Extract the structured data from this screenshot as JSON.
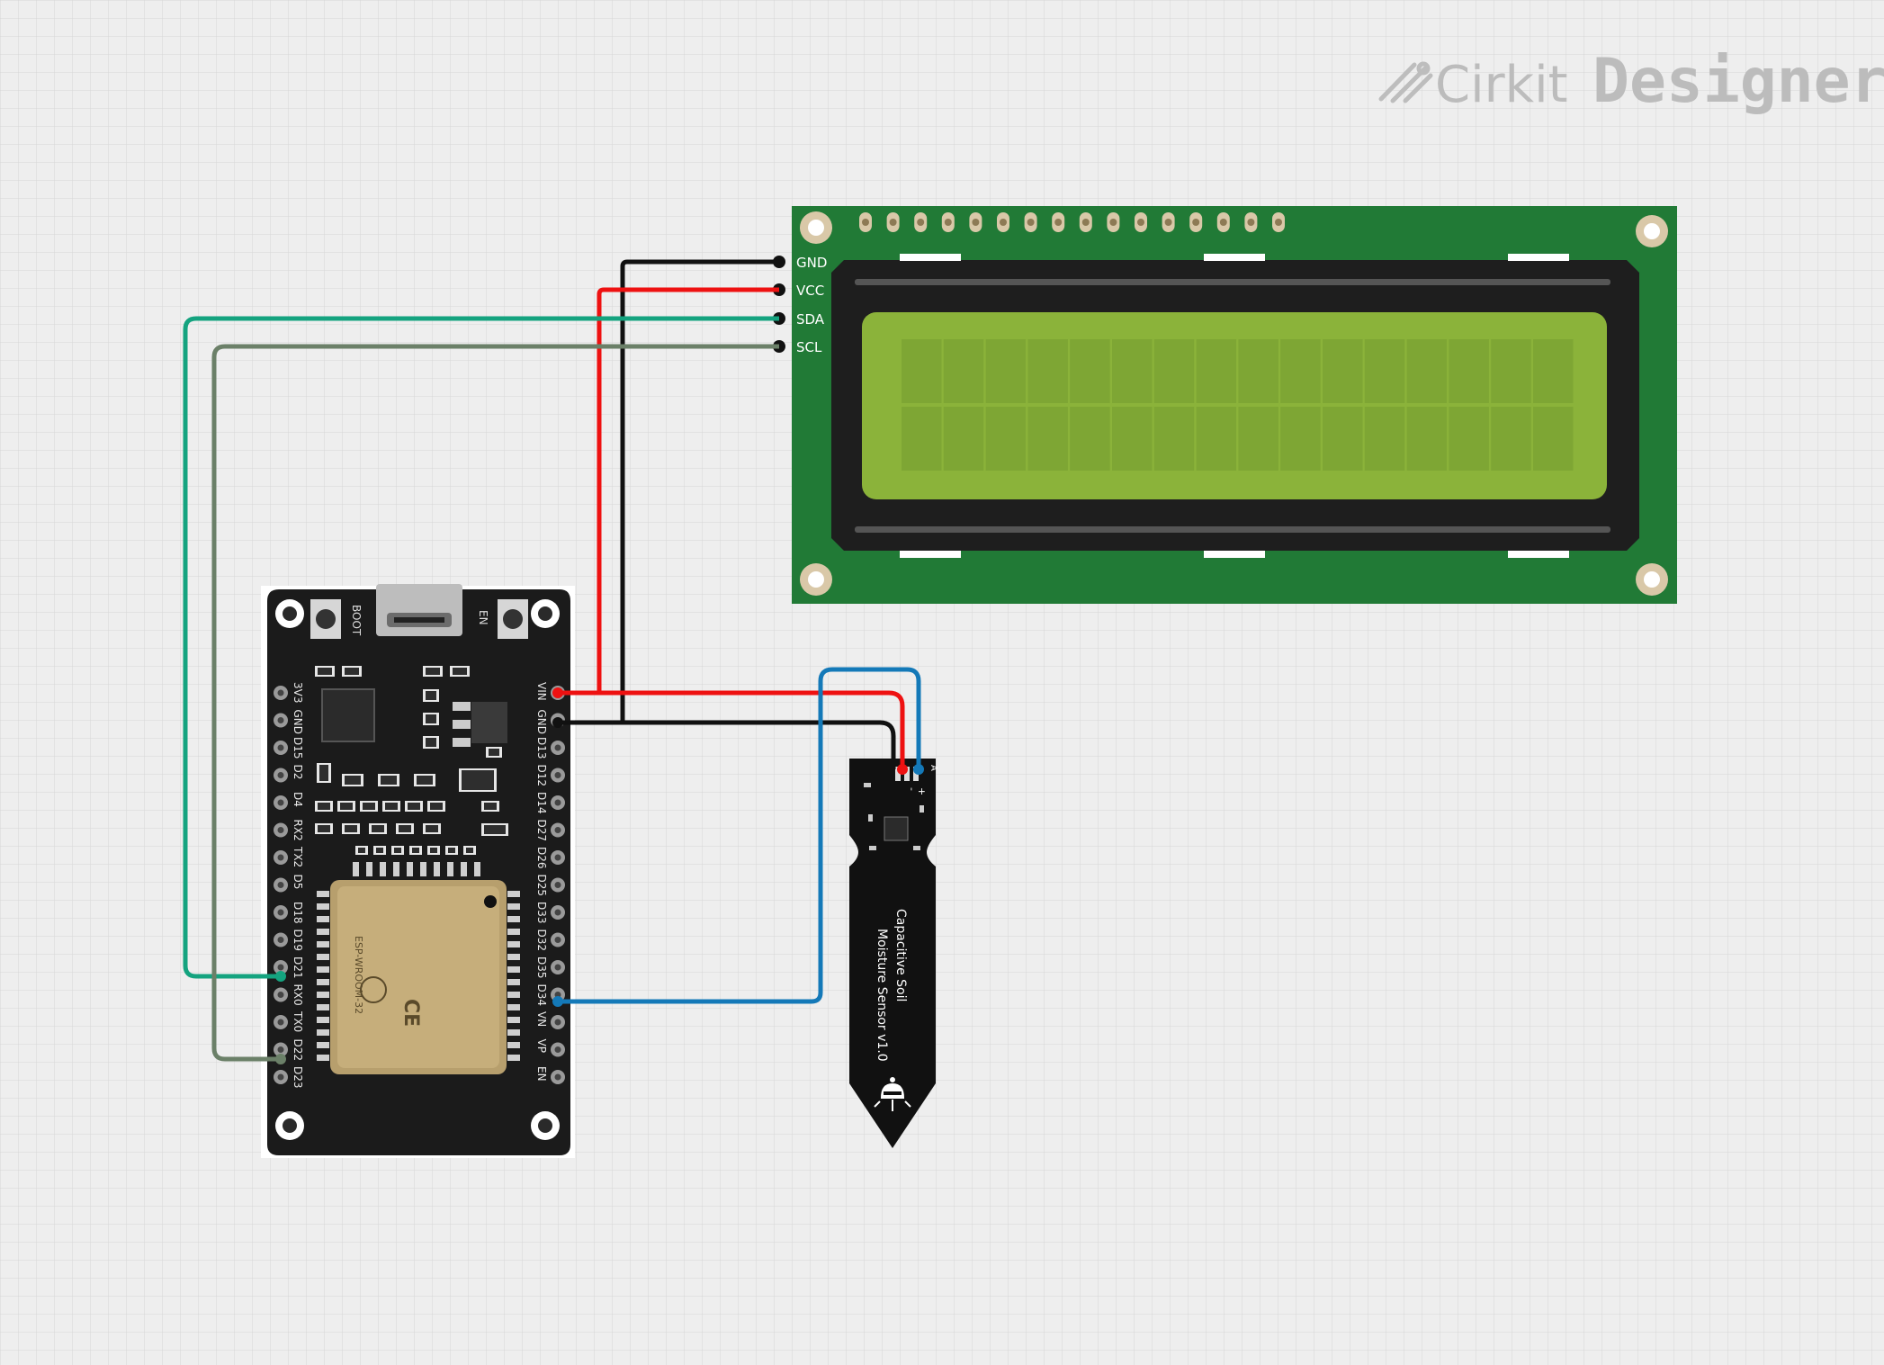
{
  "brand": {
    "prefix": "Cirkit",
    "suffix": "Designer"
  },
  "lcd": {
    "pins": [
      "GND",
      "VCC",
      "SDA",
      "SCL"
    ]
  },
  "esp32": {
    "button_boot": "BOOT",
    "button_en": "EN",
    "left_pins": [
      "3V3",
      "GND",
      "D15",
      "D2",
      "D4",
      "RX2",
      "TX2",
      "D5",
      "D18",
      "D19",
      "D21",
      "RX0",
      "TX0",
      "D22",
      "D23"
    ],
    "right_pins": [
      "VIN",
      "GND",
      "D13",
      "D12",
      "D14",
      "D27",
      "D26",
      "D25",
      "D33",
      "D32",
      "D35",
      "D34",
      "VN",
      "VP",
      "EN"
    ],
    "module_label": "ESP-WROOM-32"
  },
  "sensor": {
    "title": "Capacitive Soil",
    "subtitle": "Moisture Sensor v1.0",
    "pin_labels": [
      "A",
      "-",
      "+"
    ]
  },
  "colors": {
    "background": "#eeeeee",
    "grid": "#d6d6d6",
    "lcd_pcb": "#217a36",
    "lcd_screen": "#8bb33a",
    "board": "#1b1b1b",
    "wire_gnd": "#111111",
    "wire_vcc": "#ee1111",
    "wire_sda": "#14a37f",
    "wire_scl": "#6b8068",
    "wire_analog": "#1479b8"
  },
  "connections": [
    {
      "from": "ESP32 VIN",
      "to": "LCD VCC"
    },
    {
      "from": "ESP32 GND",
      "to": "LCD GND"
    },
    {
      "from": "ESP32 D21",
      "to": "LCD SDA"
    },
    {
      "from": "ESP32 D22",
      "to": "LCD SCL"
    },
    {
      "from": "ESP32 VIN",
      "to": "Sensor +"
    },
    {
      "from": "ESP32 GND",
      "to": "Sensor -"
    },
    {
      "from": "ESP32 D34",
      "to": "Sensor A"
    }
  ]
}
